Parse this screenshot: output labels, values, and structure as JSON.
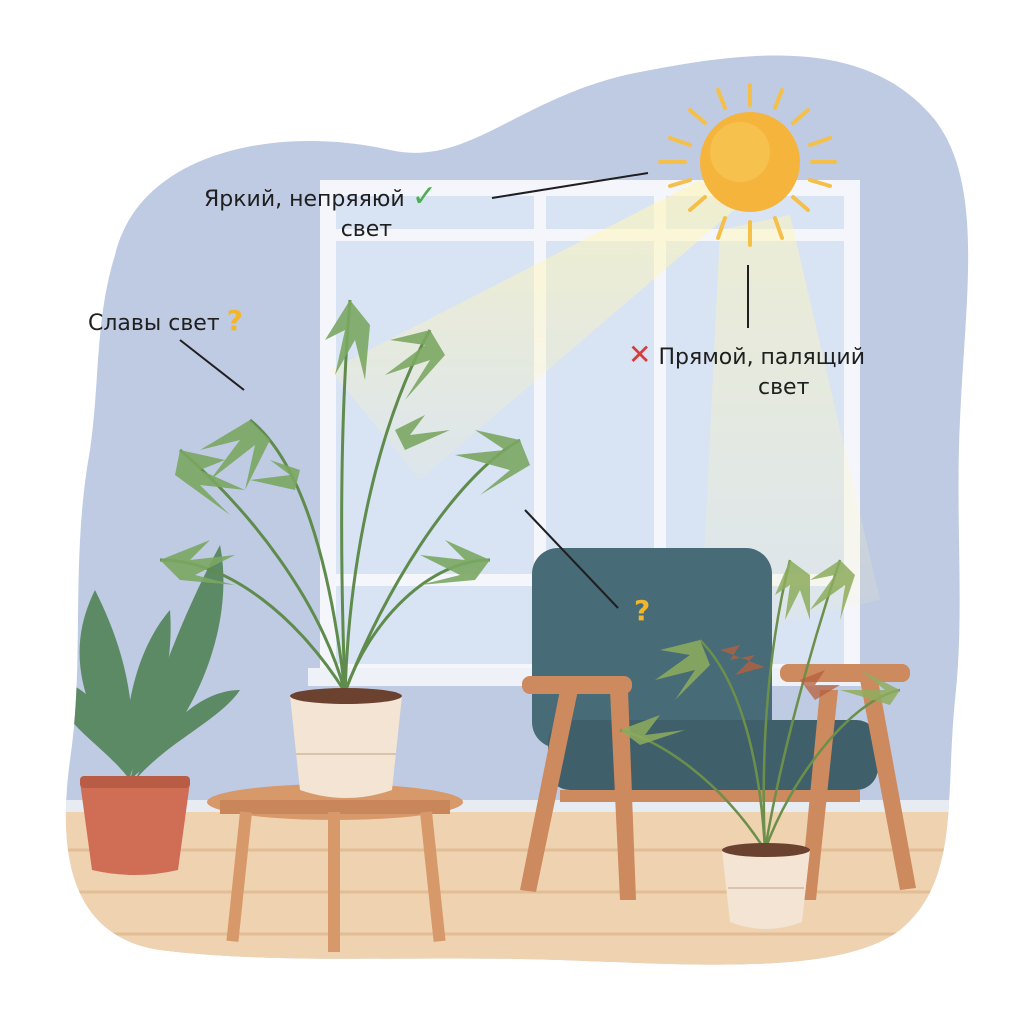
{
  "labels": {
    "bright": {
      "line1": "Яркий, непряяюй",
      "line2": "свет",
      "mark": "✓",
      "mark_color": "#4caf50"
    },
    "weak": {
      "text": "Славы свет",
      "mark": "?",
      "mark_color": "#f2b62b"
    },
    "direct": {
      "line1": "Прямой, палящий",
      "line2": "свет",
      "mark": "✕",
      "mark_color": "#d93a3a"
    },
    "chair_question": {
      "mark": "?",
      "mark_color": "#f2b62b"
    }
  },
  "colors": {
    "wall": "#bfcbe3",
    "floor": "#efd2b0",
    "sun": "#f5b43c",
    "chair": "#476b77",
    "wood": "#cc8a5e",
    "leaf": "#6f9a58"
  }
}
